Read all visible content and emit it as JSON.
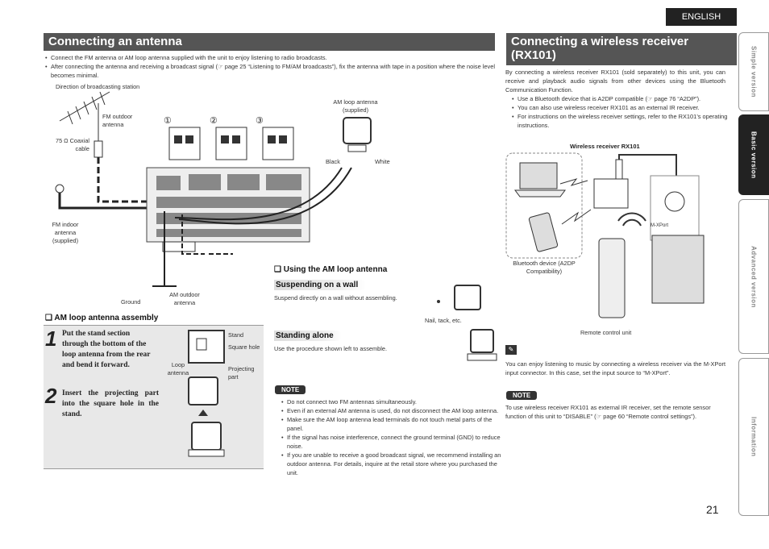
{
  "language": "ENGLISH",
  "page_number": "21",
  "left": {
    "title": "Connecting an antenna",
    "bullets": [
      "Connect the FM antenna or AM loop antenna supplied with the unit to enjoy listening to radio broadcasts.",
      "After connecting the antenna and receiving a broadcast signal (☞ page 25 “Listening to FM/AM broadcasts”), fix the antenna with tape in a position where the noise level becomes minimal."
    ],
    "diagram": {
      "direction": "Direction of broadcasting station",
      "fm_outdoor": "FM outdoor antenna",
      "coax": "75 Ω Coaxial cable",
      "fm_indoor": "FM indoor antenna (supplied)",
      "ground": "Ground",
      "am_outdoor": "AM outdoor antenna",
      "am_loop": "AM loop antenna (supplied)",
      "black": "Black",
      "white": "White",
      "step1": "①",
      "step2": "②",
      "step3": "③"
    },
    "assembly": {
      "heading": "❑ AM loop antenna assembly",
      "step1_num": "1",
      "step1_text": "Put the stand section through the bottom of the loop antenna from the rear and bend it forward.",
      "step2_num": "2",
      "step2_text": "Insert the projecting part into the square hole in the stand.",
      "stand": "Stand",
      "square_hole": "Square hole",
      "loop_antenna": "Loop antenna",
      "projecting_part": "Projecting part"
    }
  },
  "middle": {
    "using_heading": "❑ Using the AM loop antenna",
    "wall_heading": "Suspending on a wall",
    "wall_text": "Suspend directly on a wall without assembling.",
    "nail": "Nail, tack, etc.",
    "standing_heading": "Standing alone",
    "standing_text": "Use the procedure shown left to assemble.",
    "note_label": "NOTE",
    "notes": [
      "Do not connect two FM antennas simultaneously.",
      "Even if an external AM antenna is used, do not disconnect the AM loop antenna.",
      "Make sure the AM loop antenna lead terminals do not touch metal parts of the panel.",
      "If the signal has noise interference, connect the ground terminal (GND) to reduce noise.",
      "If you are unable to receive a good broadcast signal, we recommend installing an outdoor antenna. For details, inquire at the retail store where you purchased the unit."
    ]
  },
  "right": {
    "title": "Connecting a wireless receiver (RX101)",
    "intro": "By connecting a wireless receiver RX101 (sold separately) to this unit, you can receive and playback audio signals from other devices using the Bluetooth Communication Function.",
    "bullets": [
      "Use a Bluetooth device that is A2DP compatible (☞ page 76 “A2DP”).",
      "You can also use wireless receiver RX101 as an external IR receiver.",
      "For instructions on the wireless receiver settings, refer to the RX101’s operating instructions."
    ],
    "diagram_title": "Wireless receiver RX101",
    "bt_device": "Bluetooth device (A2DP Compatibility)",
    "remote": "Remote control unit",
    "mxport": "M-XPort",
    "tip_text": "You can enjoy listening to music by connecting a wireless receiver via the M-XPort input connector. In this case, set the input source to “M-XPort”.",
    "note_label": "NOTE",
    "note_text": "To use wireless receiver RX101 as external IR receiver, set the remote sensor function of this unit to “DISABLE” (☞ page 60 “Remote control settings”)."
  },
  "tabs": [
    "Simple version",
    "Basic version",
    "Advanced version",
    "Information"
  ],
  "active_tab": "Basic version"
}
